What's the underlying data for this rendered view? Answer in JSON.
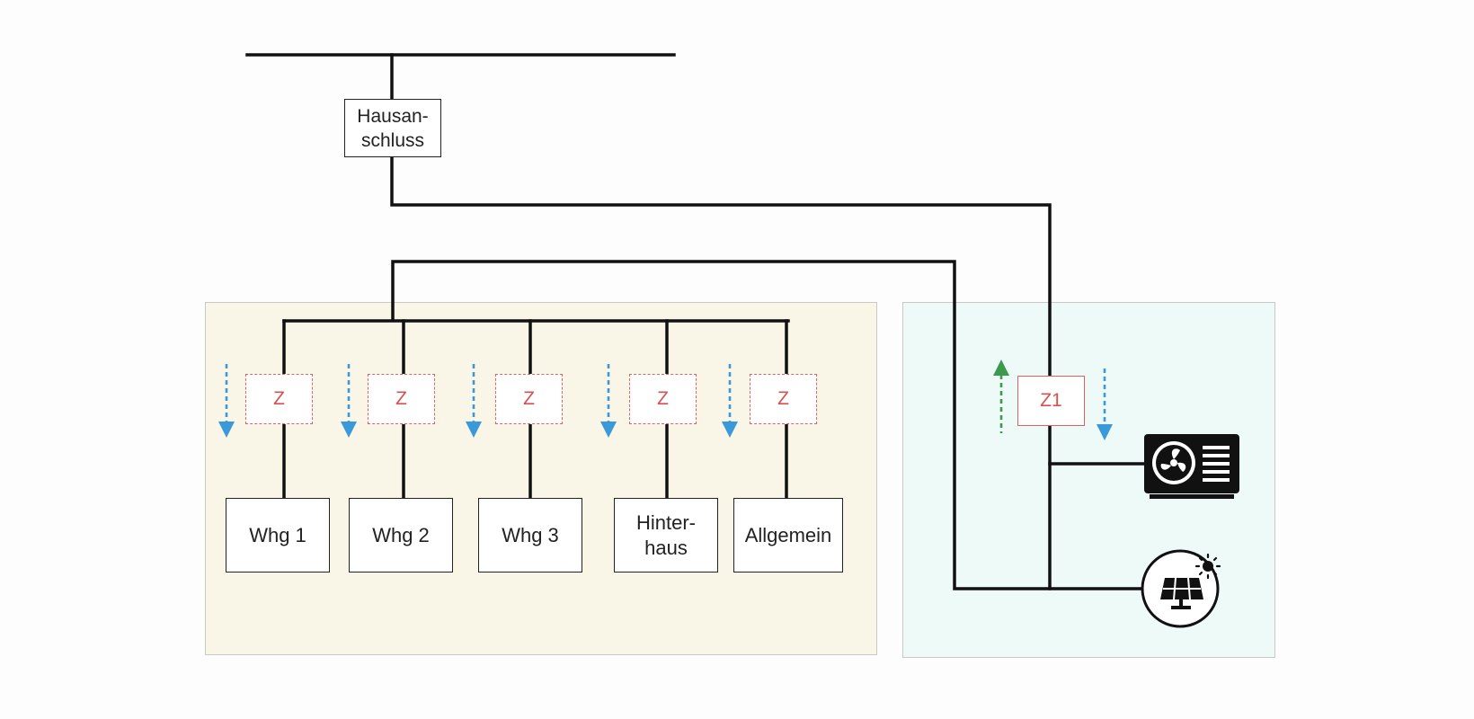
{
  "house_connection": {
    "label": "Hausan-\nschluss"
  },
  "meters": {
    "unit_label": "Z",
    "main_label": "Z1"
  },
  "consumers": [
    {
      "label": "Whg 1"
    },
    {
      "label": "Whg 2"
    },
    {
      "label": "Whg 3"
    },
    {
      "label": "Hinter-\nhaus"
    },
    {
      "label": "Allgemein"
    }
  ],
  "devices": {
    "heat_pump": {
      "icon": "heat-pump-icon"
    },
    "solar": {
      "icon": "solar-panel-icon"
    }
  },
  "colors": {
    "line": "#111111",
    "meter": "#e06060",
    "consumption_arrow": "#3a9ad9",
    "feed_in_arrow": "#3c9a4c",
    "panel_left": "#f9f6e7",
    "panel_right": "#eefaf8"
  }
}
